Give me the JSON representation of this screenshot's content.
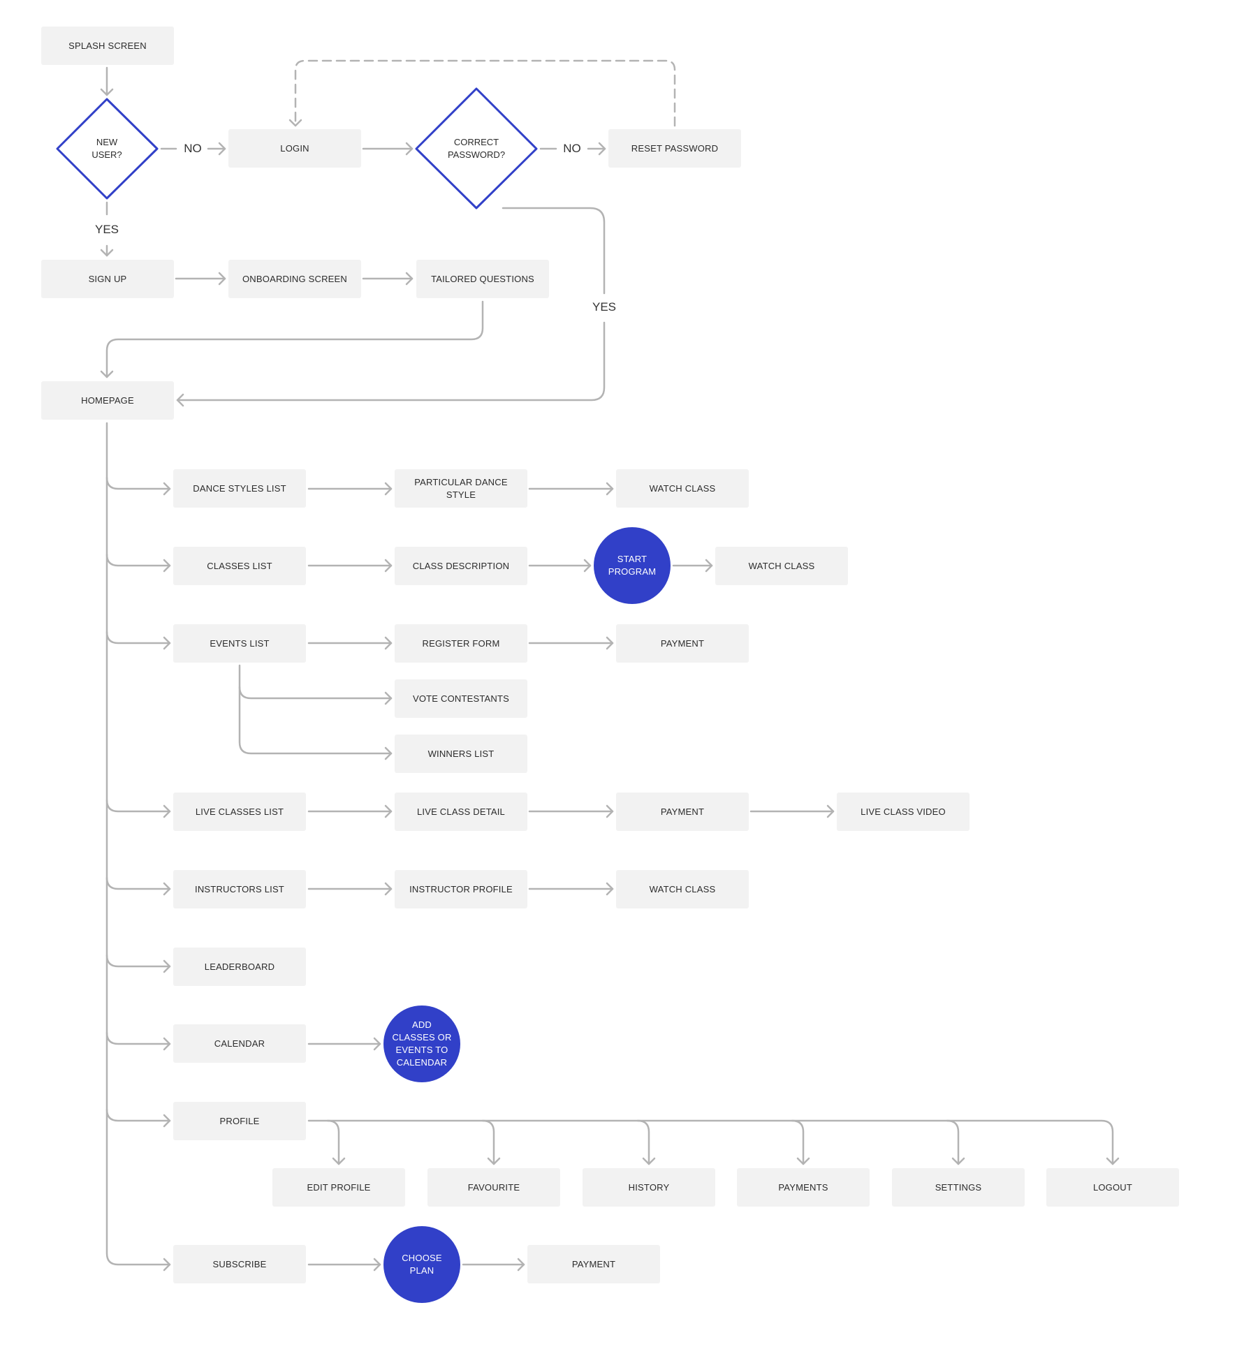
{
  "colors": {
    "accent": "#3140c8",
    "box_fill": "#f2f2f2",
    "connector": "#b3b3b3"
  },
  "nodes": {
    "splash": "SPLASH SCREEN",
    "new_user": "NEW\nUSER?",
    "login": "LOGIN",
    "correct_password": "CORRECT\nPASSWORD?",
    "reset_password": "RESET PASSWORD",
    "sign_up": "SIGN UP",
    "onboarding": "ONBOARDING SCREEN",
    "tailored_questions": "TAILORED QUESTIONS",
    "homepage": "HOMEPAGE",
    "dance_styles_list": "DANCE STYLES LIST",
    "particular_dance_style": "PARTICULAR DANCE STYLE",
    "watch_class_1": "WATCH CLASS",
    "classes_list": "CLASSES LIST",
    "class_description": "CLASS DESCRIPTION",
    "start_program": "START\nPROGRAM",
    "watch_class_2": "WATCH CLASS",
    "events_list": "EVENTS LIST",
    "register_form": "REGISTER FORM",
    "payment_1": "PAYMENT",
    "vote_contestants": "VOTE CONTESTANTS",
    "winners_list": "WINNERS LIST",
    "live_classes_list": "LIVE CLASSES LIST",
    "live_class_detail": "LIVE CLASS DETAIL",
    "payment_2": "PAYMENT",
    "live_class_video": "LIVE CLASS VIDEO",
    "instructors_list": "INSTRUCTORS LIST",
    "instructor_profile": "INSTRUCTOR PROFILE",
    "watch_class_3": "WATCH CLASS",
    "leaderboard": "LEADERBOARD",
    "calendar": "CALENDAR",
    "add_to_calendar": "ADD\nCLASSES OR\nEVENTS TO\nCALENDAR",
    "profile": "PROFILE",
    "edit_profile": "EDIT PROFILE",
    "favourite": "FAVOURITE",
    "history": "HISTORY",
    "payments": "PAYMENTS",
    "settings": "SETTINGS",
    "logout": "LOGOUT",
    "subscribe": "SUBSCRIBE",
    "choose_plan": "CHOOSE\nPLAN",
    "payment_3": "PAYMENT"
  },
  "edge_labels": {
    "new_user_no": "NO",
    "new_user_yes": "YES",
    "password_no": "NO",
    "password_yes": "YES"
  }
}
